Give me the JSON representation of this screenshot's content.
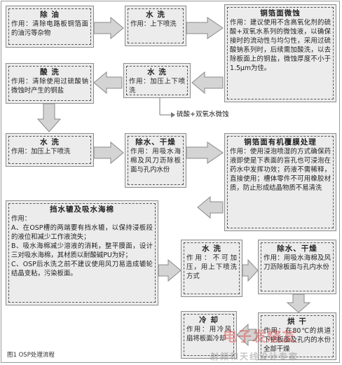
{
  "steps": {
    "degrease": {
      "title": "除 油",
      "desc": "作用：清除电路板铜箔面的油污等杂物"
    },
    "wash1": {
      "title": "水 洗",
      "desc": "作用：上下喷洗"
    },
    "microetch": {
      "title": "铜箔面微蚀",
      "desc": "作用：建议使用不含高氧化剂的硫酸+双氧水系列的微蚀液，以确保接时的流动性与均匀性，采用过硫酸钠系列时，后续需加酸洗，以去除板面上的铜盐，微蚀厚度不小于1.5μm为佳。"
    },
    "acid": {
      "title": "酸 洗",
      "desc": "作用：清除使用过硫酸钠微蚀时产生的铜盐"
    },
    "wash2": {
      "title": "水 洗",
      "desc": "作用：加压上下喷洗"
    },
    "etch_note": "硫酸+双氧水微蚀",
    "wash3": {
      "title": "水 洗",
      "desc": "作用：加压上下喷洗"
    },
    "dry1": {
      "title": "除水、干燥",
      "desc": "作用：用吸水海棉及风刀沥除板面与孔内水份"
    },
    "coating": {
      "title": "铜箔面有机覆膜处理",
      "desc": "作用：使用浸泡喷湿的方式确保药液即使是下表面的盲孔也可浸泡在药水中发挥功效；药液不需稀释，直接使用；槽体零件不可用橡胶材质，防止形成结晶物质不易清洗"
    },
    "sponge": {
      "title": "挡水辘及吸水海棉",
      "desc": "作用：\nA、在OSP槽的两端要有挡水辘，以保持浸板段的液位和减少工作液流失；\nB、吸水海棉减少溶液的消耗，整平膜面，设计三对吸水海棉，其材质以耐酸碱PU为好；\nC、OSP后水洗之前不建议使用风刀易造成辘轮结晶变粘，污染板面。"
    },
    "wash4": {
      "title": "水 洗",
      "desc": "作用：不可加压，用上下喷洗方式"
    },
    "dry2": {
      "title": "除水、干燥",
      "desc": "作用：用吸水海棉及风刀沥除板面与孔内水份"
    },
    "cool": {
      "title": "冷 却",
      "desc": "作用：用冷风扇将板面冷却"
    },
    "bake": {
      "title": "烘 干",
      "desc": "作用：在80℃的烘道下把板面及孔内的水份全部干燥"
    }
  },
  "caption": "图1  OSP处理流程",
  "watermark": "电子发烧友",
  "watermark2": "射频和天线设计专家",
  "colors": {
    "box_fill": "#ececec",
    "arrow_fill": "#d4d4d4",
    "arrow_stroke": "#8a8a8a"
  }
}
